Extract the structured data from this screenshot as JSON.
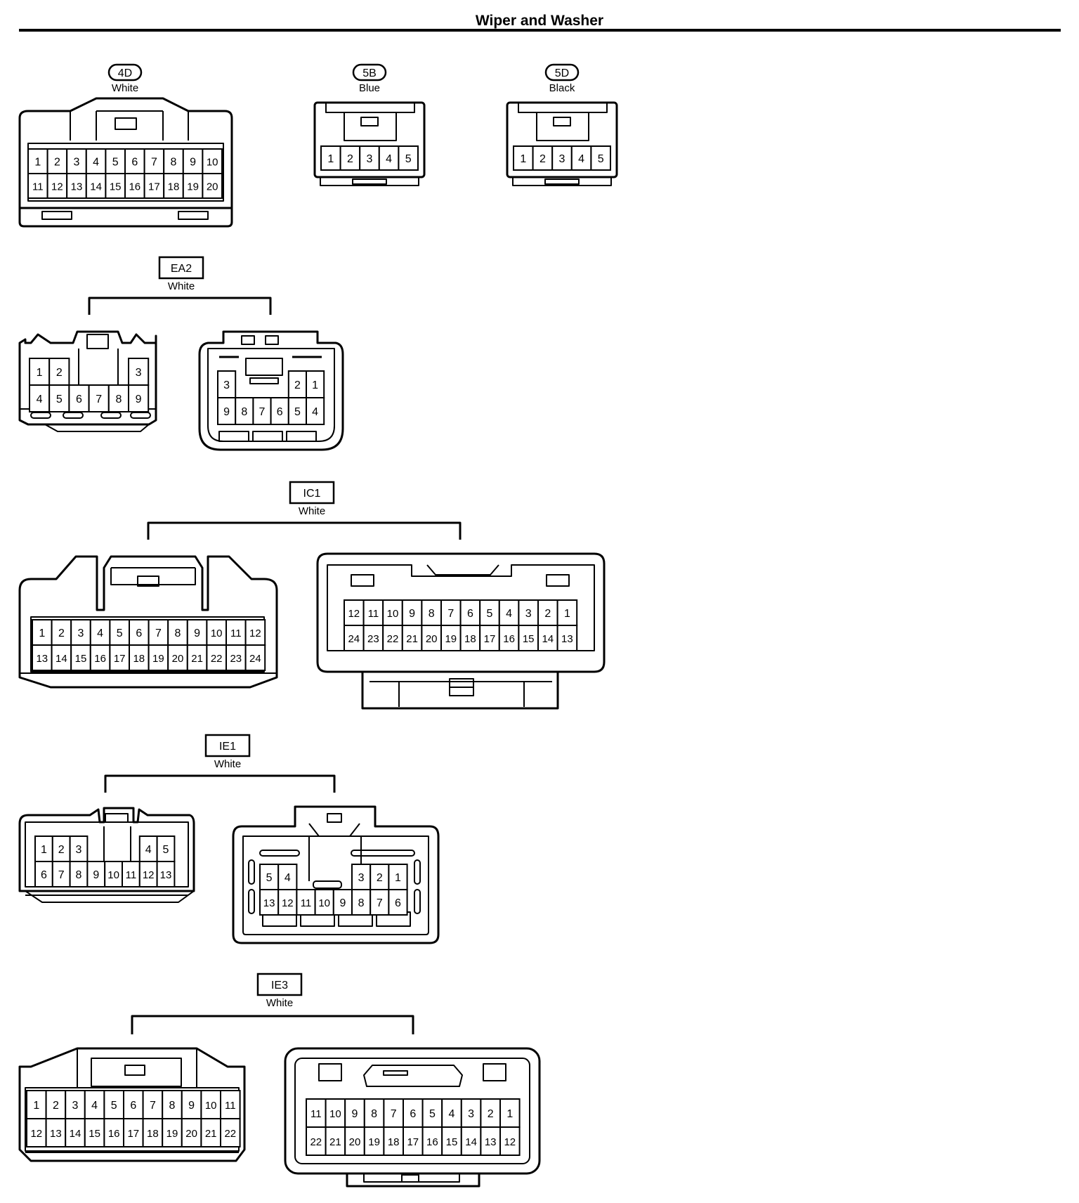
{
  "page": {
    "title": "Wiper and Washer"
  },
  "connectors": [
    {
      "id": "4D",
      "tag_shape": "pill",
      "color": "White",
      "views": [
        {
          "rows": [
            [
              "1",
              "2",
              "3",
              "4",
              "5",
              "6",
              "7",
              "8",
              "9",
              "10"
            ],
            [
              "11",
              "12",
              "13",
              "14",
              "15",
              "16",
              "17",
              "18",
              "19",
              "20"
            ]
          ]
        }
      ]
    },
    {
      "id": "5B",
      "tag_shape": "pill",
      "color": "Blue",
      "views": [
        {
          "rows": [
            [
              "1",
              "2",
              "3",
              "4",
              "5"
            ]
          ]
        }
      ]
    },
    {
      "id": "5D",
      "tag_shape": "pill",
      "color": "Black",
      "views": [
        {
          "rows": [
            [
              "1",
              "2",
              "3",
              "4",
              "5"
            ]
          ]
        }
      ]
    },
    {
      "id": "EA2",
      "tag_shape": "box",
      "color": "White",
      "views": [
        {
          "rows": [
            [
              "1",
              "2",
              "",
              "",
              "",
              "3"
            ],
            [
              "4",
              "5",
              "6",
              "7",
              "8",
              "9"
            ]
          ]
        },
        {
          "rows": [
            [
              "3",
              "",
              "",
              "",
              "2",
              "1"
            ],
            [
              "9",
              "8",
              "7",
              "6",
              "5",
              "4"
            ]
          ]
        }
      ]
    },
    {
      "id": "IC1",
      "tag_shape": "box",
      "color": "White",
      "views": [
        {
          "rows": [
            [
              "1",
              "2",
              "3",
              "4",
              "5",
              "6",
              "7",
              "8",
              "9",
              "10",
              "11",
              "12"
            ],
            [
              "13",
              "14",
              "15",
              "16",
              "17",
              "18",
              "19",
              "20",
              "21",
              "22",
              "23",
              "24"
            ]
          ]
        },
        {
          "rows": [
            [
              "12",
              "11",
              "10",
              "9",
              "8",
              "7",
              "6",
              "5",
              "4",
              "3",
              "2",
              "1"
            ],
            [
              "24",
              "23",
              "22",
              "21",
              "20",
              "19",
              "18",
              "17",
              "16",
              "15",
              "14",
              "13"
            ]
          ]
        }
      ]
    },
    {
      "id": "IE1",
      "tag_shape": "box",
      "color": "White",
      "views": [
        {
          "rows": [
            [
              "1",
              "2",
              "3",
              "",
              "",
              "",
              "4",
              "5"
            ],
            [
              "6",
              "7",
              "8",
              "9",
              "10",
              "11",
              "12",
              "13"
            ]
          ]
        },
        {
          "rows": [
            [
              "5",
              "4",
              "",
              "",
              "",
              "3",
              "2",
              "1"
            ],
            [
              "13",
              "12",
              "11",
              "10",
              "9",
              "8",
              "7",
              "6"
            ]
          ]
        }
      ]
    },
    {
      "id": "IE3",
      "tag_shape": "box",
      "color": "White",
      "views": [
        {
          "rows": [
            [
              "1",
              "2",
              "3",
              "4",
              "5",
              "6",
              "7",
              "8",
              "9",
              "10",
              "11"
            ],
            [
              "12",
              "13",
              "14",
              "15",
              "16",
              "17",
              "18",
              "19",
              "20",
              "21",
              "22"
            ]
          ]
        },
        {
          "rows": [
            [
              "11",
              "10",
              "9",
              "8",
              "7",
              "6",
              "5",
              "4",
              "3",
              "2",
              "1"
            ],
            [
              "22",
              "21",
              "20",
              "19",
              "18",
              "17",
              "16",
              "15",
              "14",
              "13",
              "12"
            ]
          ]
        }
      ]
    }
  ]
}
